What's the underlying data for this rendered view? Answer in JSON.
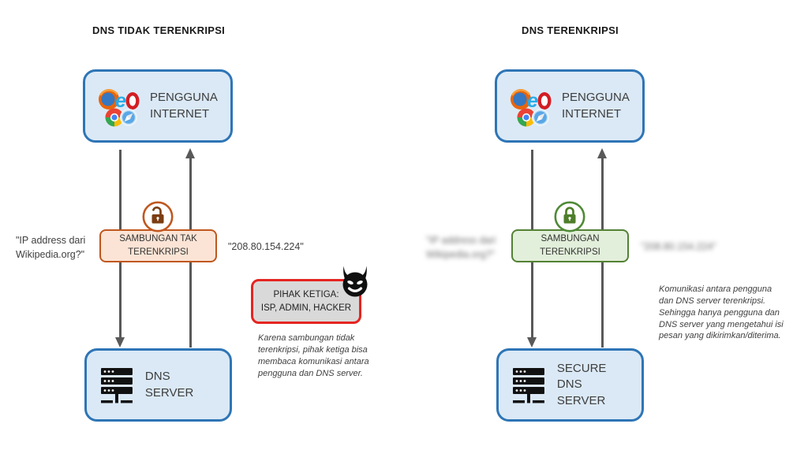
{
  "colors": {
    "background": "#ffffff",
    "node_border_blue": "#2e75b6",
    "node_fill_blue": "#dbe9f6",
    "connection_unencrypted_border": "#c0571f",
    "connection_unencrypted_fill": "#fbe4d5",
    "connection_encrypted_border": "#538135",
    "connection_encrypted_fill": "#e2efda",
    "third_party_border": "#e52521",
    "third_party_fill": "#d9d9d9",
    "arrow_line_gray": "#595959",
    "lock_open_brown": "#7c3d12",
    "lock_closed_green": "#4e7e2a"
  },
  "left": {
    "title": "DNS TIDAK TERENKRIPSI",
    "user_label": "PENGGUNA\nINTERNET",
    "query": "\"IP address dari\nWikipedia.org?\"",
    "connection_label": "SAMBUNGAN TAK\nTERENKRIPSI",
    "response": "\"208.80.154.224\"",
    "third_party": "PIHAK KETIGA:\nISP, ADMIN, HACKER",
    "note": "Karena sambungan tidak\nterenkripsi, pihak ketiga bisa\nmembaca komunikasi antara\npengguna dan DNS server.",
    "server_label": "DNS SERVER"
  },
  "right": {
    "title": "DNS TERENKRIPSI",
    "user_label": "PENGGUNA\nINTERNET",
    "connection_label": "SAMBUNGAN\nTERENKRIPSI",
    "blurred_query": "\"IP address dari\nWikipedia.org?\"",
    "blurred_response": "\"208.80.154.224\"",
    "note": "Komunikasi antara pengguna\ndan DNS server terenkripsi.\nSehingga hanya pengguna dan\nDNS server yang mengetahui isi\npesan yang dikirimkan/diterima.",
    "server_label": "SECURE\nDNS SERVER"
  },
  "icons": {
    "browser_cluster": "firefox-ie-opera-chrome-safari logos",
    "server_rack": "black server rack glyph",
    "lock_open": "open padlock in orange circle",
    "lock_closed": "closed padlock in green circle",
    "devil": "black devil face with horns"
  }
}
